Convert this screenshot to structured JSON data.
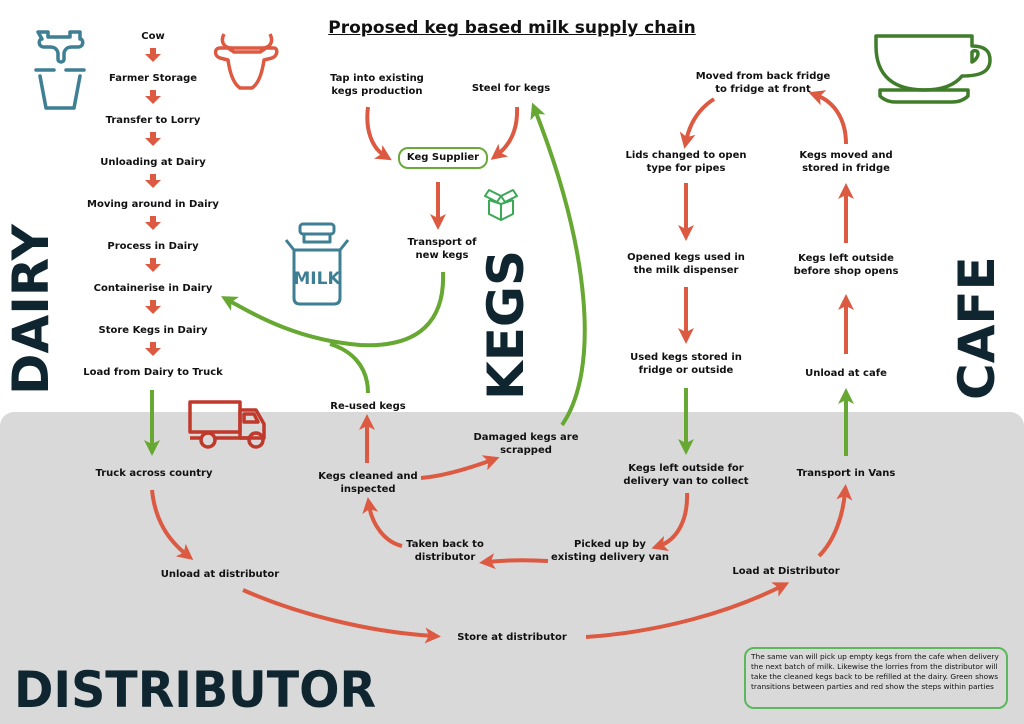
{
  "title": "Proposed keg based milk supply chain",
  "colors": {
    "step": "#dd5a42",
    "transition": "#66a832",
    "panel": "#d9d9d9",
    "section_text": "#0f2530"
  },
  "sections": {
    "dairy": "DAIRY",
    "kegs": "KEGS",
    "cafe": "CAFE",
    "distributor": "DISTRIBUTOR"
  },
  "dairy_steps": [
    "Cow",
    "Farmer Storage",
    "Transfer to Lorry",
    "Unloading at Dairy",
    "Moving around in Dairy",
    "Process in Dairy",
    "Containerise in Dairy",
    "Store Kegs in Dairy",
    "Load from Dairy to Truck"
  ],
  "kegs": {
    "tap": [
      "Tap into existing",
      "kegs production"
    ],
    "steel": "Steel for kegs",
    "supplier": "Keg Supplier",
    "transport": [
      "Transport of",
      "new kegs"
    ],
    "reused": "Re-used kegs",
    "cleaned": [
      "Kegs cleaned and",
      "inspected"
    ],
    "damaged": [
      "Damaged kegs are",
      "scrapped"
    ],
    "taken_back": [
      "Taken back to",
      "distributor"
    ],
    "picked_up": [
      "Picked up by",
      "existing delivery van"
    ]
  },
  "cafe": {
    "moved": [
      "Moved from back fridge",
      "to fridge at front"
    ],
    "lids": [
      "Lids changed to open",
      "type for pipes"
    ],
    "stored_fridge": [
      "Kegs moved and",
      "stored in fridge"
    ],
    "opened": [
      "Opened kegs used in",
      "the milk dispenser"
    ],
    "left_before": [
      "Kegs left outside",
      "before shop opens"
    ],
    "used": [
      "Used kegs stored in",
      "fridge or outside"
    ],
    "unload": "Unload at cafe",
    "left_for_van": [
      "Kegs left outside for",
      "delivery van to collect"
    ]
  },
  "distributor": {
    "truck": "Truck across country",
    "unload": "Unload at distributor",
    "store": "Store at distributor",
    "load": "Load at Distributor",
    "vans": "Transport in Vans"
  },
  "note": "The same van will pick up empty kegs from the cafe when delivery the next batch of milk. Likewise the lorries from the distributor will take the cleaned kegs back to be refilled at the dairy. Green shows transitions between parties and red show the steps within parties",
  "icons": {
    "milking": "milking-bucket-icon",
    "cow": "cow-head-icon",
    "milk_can": "milk-can-icon",
    "box": "open-box-icon",
    "truck": "truck-icon",
    "cup": "coffee-cup-icon"
  },
  "milk_can_label": "MILK"
}
